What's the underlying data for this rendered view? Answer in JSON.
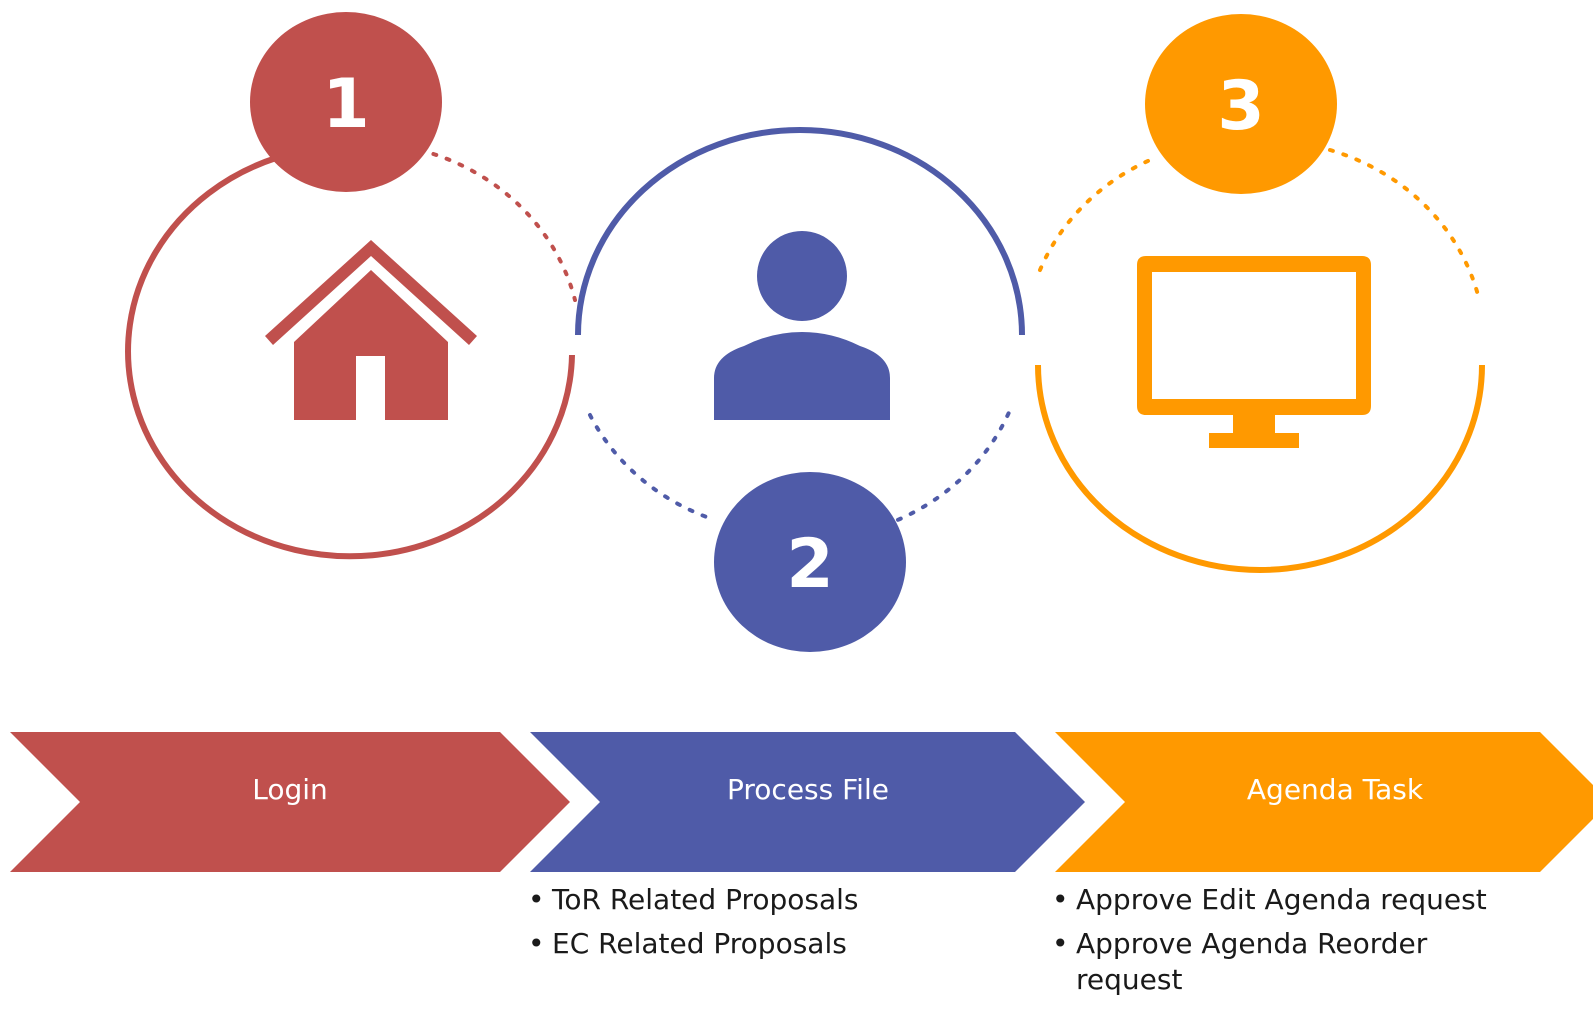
{
  "colors": {
    "red": "#C0504D",
    "blue": "#4F5BA8",
    "orange": "#FF9900",
    "white": "#FFFFFF"
  },
  "steps": [
    {
      "number": "1",
      "label": "Login",
      "icon": "home-icon",
      "color": "#C0504D",
      "bullets": []
    },
    {
      "number": "2",
      "label": "Process File",
      "icon": "user-icon",
      "color": "#4F5BA8",
      "bullets": [
        "ToR Related Proposals",
        "EC Related Proposals"
      ]
    },
    {
      "number": "3",
      "label": "Agenda Task",
      "icon": "monitor-icon",
      "color": "#FF9900",
      "bullets": [
        "Approve Edit Agenda request",
        "Approve Agenda Reorder request"
      ]
    }
  ]
}
